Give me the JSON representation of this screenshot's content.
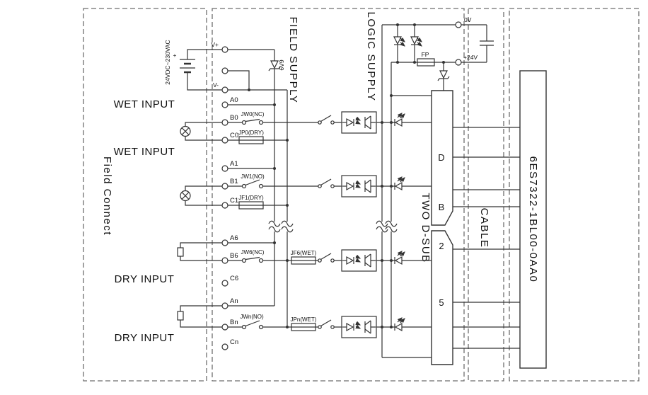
{
  "regions": {
    "field_connect": "Field Connect",
    "field_supply": "FIELD SUPPLY",
    "logic_supply": "LOGIC SUPPLY",
    "two_d_sub": "TWO D-SUB",
    "cable": "CABLE",
    "module": "6ES7322-1BL00-0AA0"
  },
  "power": {
    "voltage_range": "24VDC~230VAC",
    "v_plus": "V+",
    "v_minus": "V-",
    "plus_sign": "+",
    "zener_value": "6V9",
    "fp": "FP",
    "zero_v": "0V",
    "plus_24v": "+24V"
  },
  "input_labels": {
    "wet1": "WET INPUT",
    "wet2": "WET INPUT",
    "dry1": "DRY INPUT",
    "dry2": "DRY INPUT"
  },
  "terminals": {
    "a0": "A0",
    "b0": "B0",
    "c0": "C0",
    "a1": "A1",
    "b1": "B1",
    "c1": "C1",
    "a6": "A6",
    "b6": "B6",
    "c6": "C6",
    "an": "An",
    "bn": "Bn",
    "cn": "Cn"
  },
  "jumpers": {
    "jw0": "JW0(NC)",
    "jp0": "JP0(DRY)",
    "jw1": "JW1(NO)",
    "jf1": "JF1(DRY)",
    "jw6": "JW6(NC)",
    "jf6": "JF6(WET)",
    "jwn": "JWn(NO)",
    "jpn": "JPn(WET)"
  },
  "dsub": {
    "pin_d": "D",
    "pin_b": "B",
    "pin_2": "2",
    "pin_5": "5"
  }
}
